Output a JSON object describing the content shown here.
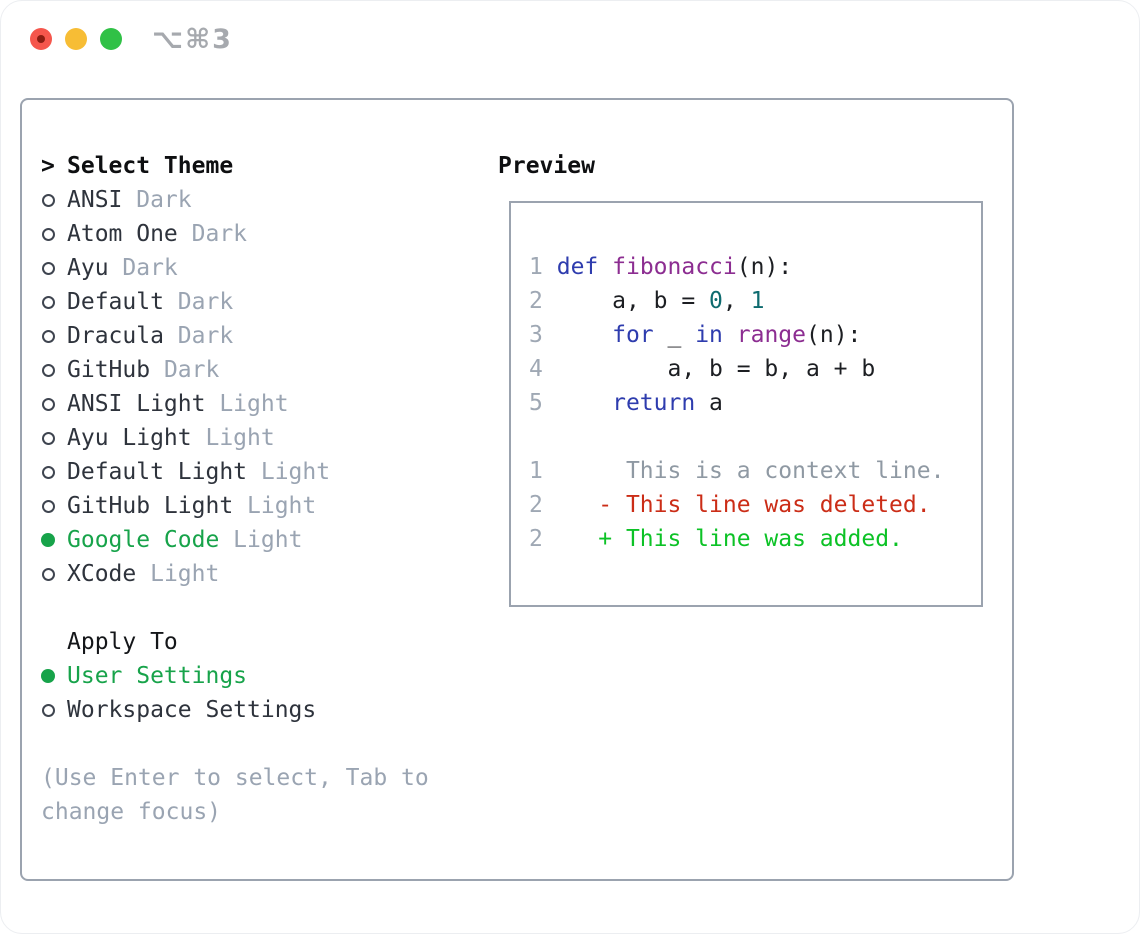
{
  "window": {
    "titlebar": {
      "shortcut": "⌥⌘3",
      "traffic_lights": [
        "close",
        "minimize",
        "zoom"
      ]
    }
  },
  "theme_panel": {
    "title_prefix": ">",
    "title": "Select Theme",
    "themes": [
      {
        "name": "ANSI",
        "tag": "Dark",
        "selected": false
      },
      {
        "name": "Atom One",
        "tag": "Dark",
        "selected": false
      },
      {
        "name": "Ayu",
        "tag": "Dark",
        "selected": false
      },
      {
        "name": "Default",
        "tag": "Dark",
        "selected": false
      },
      {
        "name": "Dracula",
        "tag": "Dark",
        "selected": false
      },
      {
        "name": "GitHub",
        "tag": "Dark",
        "selected": false
      },
      {
        "name": "ANSI Light",
        "tag": "Light",
        "selected": false
      },
      {
        "name": "Ayu Light",
        "tag": "Light",
        "selected": false
      },
      {
        "name": "Default Light",
        "tag": "Light",
        "selected": false
      },
      {
        "name": "GitHub Light",
        "tag": "Light",
        "selected": false
      },
      {
        "name": "Google Code",
        "tag": "Light",
        "selected": true
      },
      {
        "name": "XCode",
        "tag": "Light",
        "selected": false
      }
    ],
    "apply_to": {
      "title": "Apply To",
      "options": [
        {
          "name": "User Settings",
          "selected": true
        },
        {
          "name": "Workspace Settings",
          "selected": false
        }
      ]
    },
    "hint_lines": [
      "(Use Enter to select, Tab to",
      "change focus)"
    ]
  },
  "preview": {
    "title": "Preview",
    "code_lines": [
      {
        "num": "1",
        "segs": [
          {
            "t": " ",
            "c": "pl"
          },
          {
            "t": "def",
            "c": "kw"
          },
          {
            "t": " ",
            "c": "pl"
          },
          {
            "t": "fibonacci",
            "c": "fn"
          },
          {
            "t": "(n):",
            "c": "pl"
          }
        ]
      },
      {
        "num": "2",
        "segs": [
          {
            "t": "     a, b = ",
            "c": "pl"
          },
          {
            "t": "0",
            "c": "num"
          },
          {
            "t": ", ",
            "c": "pl"
          },
          {
            "t": "1",
            "c": "num"
          }
        ]
      },
      {
        "num": "3",
        "segs": [
          {
            "t": "     ",
            "c": "pl"
          },
          {
            "t": "for",
            "c": "kw"
          },
          {
            "t": " _ ",
            "c": "pl"
          },
          {
            "t": "in",
            "c": "kw"
          },
          {
            "t": " ",
            "c": "pl"
          },
          {
            "t": "range",
            "c": "fn"
          },
          {
            "t": "(n):",
            "c": "pl"
          }
        ]
      },
      {
        "num": "4",
        "segs": [
          {
            "t": "         a, b = b, a + b",
            "c": "pl"
          }
        ]
      },
      {
        "num": "5",
        "segs": [
          {
            "t": "     ",
            "c": "pl"
          },
          {
            "t": "return",
            "c": "kw"
          },
          {
            "t": " a",
            "c": "pl"
          }
        ]
      }
    ],
    "diff_lines": [
      {
        "num": "1",
        "segs": [
          {
            "t": "      This is a context line.",
            "c": "ctx"
          }
        ]
      },
      {
        "num": "2",
        "segs": [
          {
            "t": "    - This line was deleted.",
            "c": "del"
          }
        ]
      },
      {
        "num": "2",
        "segs": [
          {
            "t": "    + This line was added.",
            "c": "add"
          }
        ]
      }
    ]
  },
  "colors": {
    "accent-green": "#17a34a",
    "added-green": "#0cc226",
    "deleted-red": "#cb2d17",
    "keyword-blue": "#2e3cae",
    "function-purple": "#8c2d91",
    "number-teal": "#0e6b6f",
    "muted-gray": "#9aa4b2",
    "linenum-gray": "#9fa8b4",
    "context-gray": "#8f99a3",
    "panel-border": "#9ba3af",
    "text-dark": "#2e333c",
    "traffic-red": "#f5564c",
    "traffic-yellow": "#f7bd35",
    "traffic-green": "#30c146"
  }
}
